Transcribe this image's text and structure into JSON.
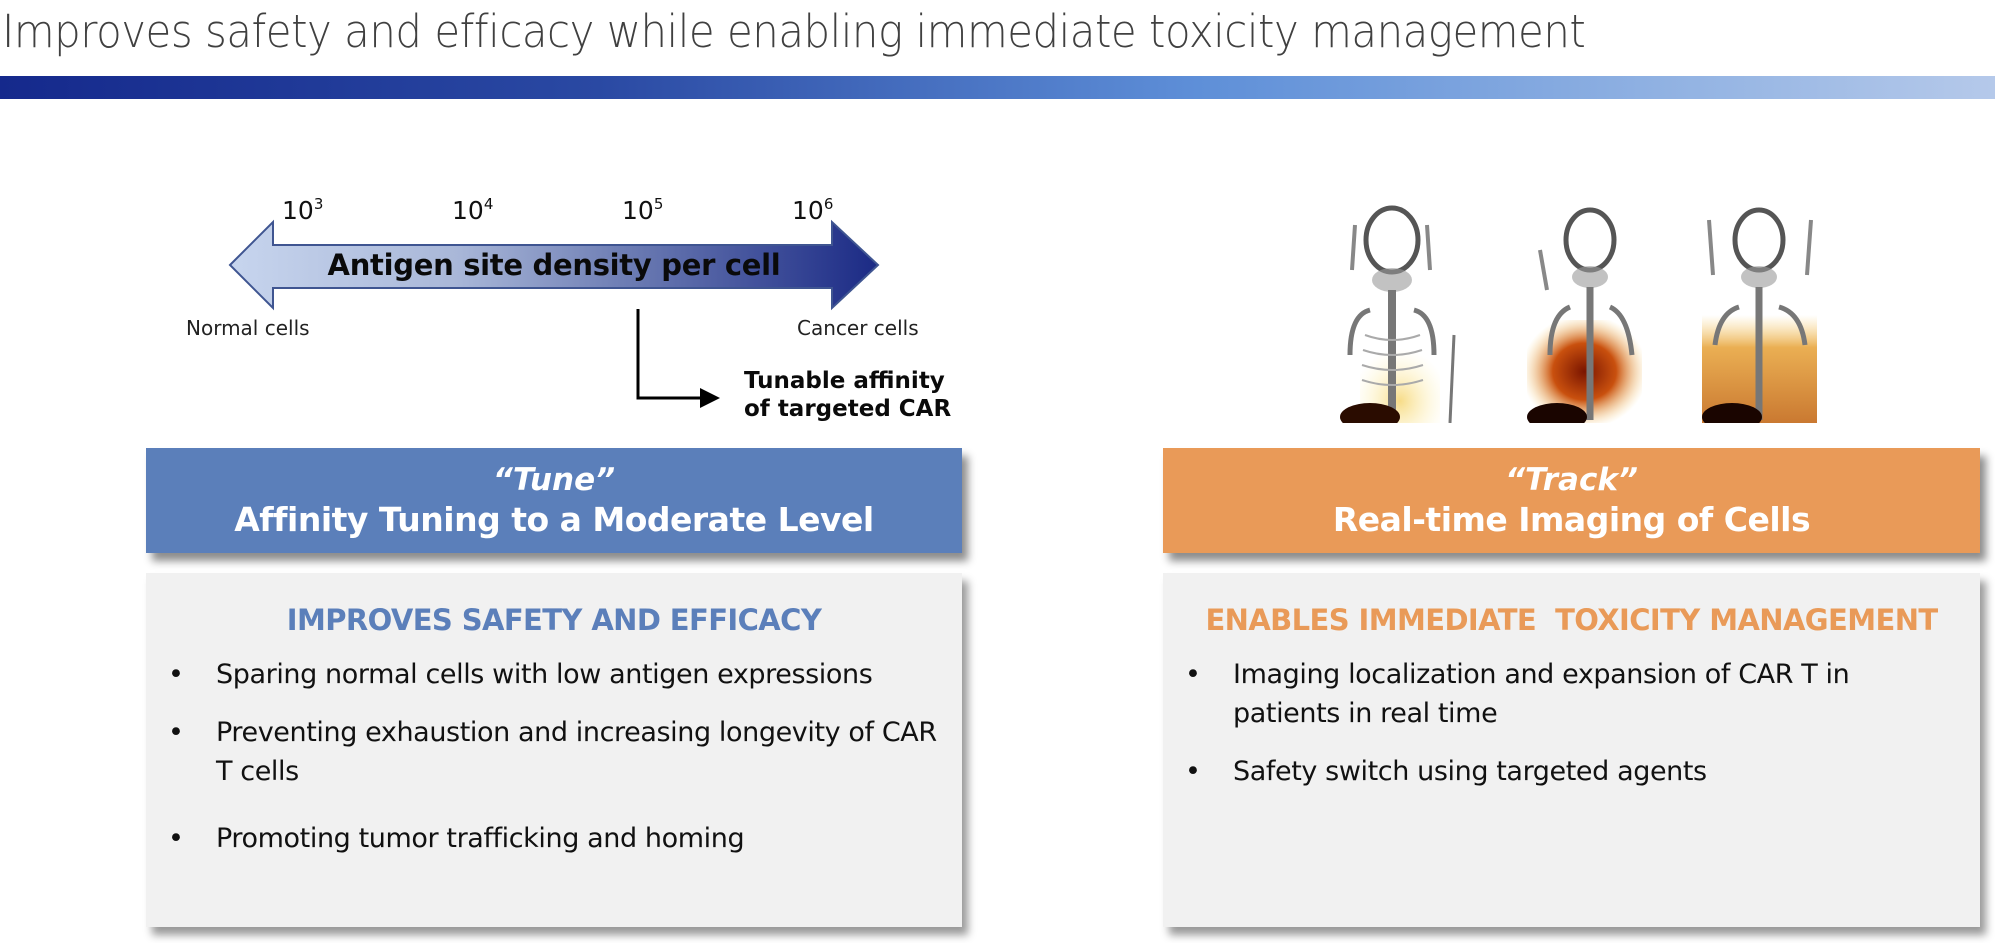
{
  "slide": {
    "title": "Improves safety and efficacy while enabling immediate toxicity management"
  },
  "diagram": {
    "axis_label": "Antigen site density per cell",
    "ticks": [
      {
        "base": "10",
        "exp": "3"
      },
      {
        "base": "10",
        "exp": "4"
      },
      {
        "base": "10",
        "exp": "5"
      },
      {
        "base": "10",
        "exp": "6"
      }
    ],
    "left_label": "Normal cells",
    "right_label": "Cancer cells",
    "callout_line1": "Tunable affinity",
    "callout_line2": "of targeted CAR",
    "gradient_start": "#c4d3ec",
    "gradient_end": "#1b2a85"
  },
  "imaging": {
    "mice": [
      {
        "label": "mouse-scan-1",
        "uptake": "low"
      },
      {
        "label": "mouse-scan-2",
        "uptake": "high"
      },
      {
        "label": "mouse-scan-3",
        "uptake": "medium"
      }
    ]
  },
  "tune": {
    "quote": "“Tune”",
    "title": "Affinity Tuning to a Moderate Level",
    "color": "#5b7fba",
    "heading": "IMPROVES SAFETY AND EFFICACY",
    "bullets": [
      "Sparing normal cells with low antigen expressions",
      "Preventing exhaustion and increasing longevity of CAR T cells",
      "Promoting tumor trafficking and homing"
    ]
  },
  "track": {
    "quote": "“Track”",
    "title": "Real-time Imaging of Cells",
    "color": "#e99a58",
    "heading": "ENABLES IMMEDIATE  TOXICITY MANAGEMENT",
    "bullets": [
      "Imaging localization and expansion of CAR T in patients in real time",
      "Safety switch using targeted agents"
    ]
  },
  "bullet_char": "•"
}
